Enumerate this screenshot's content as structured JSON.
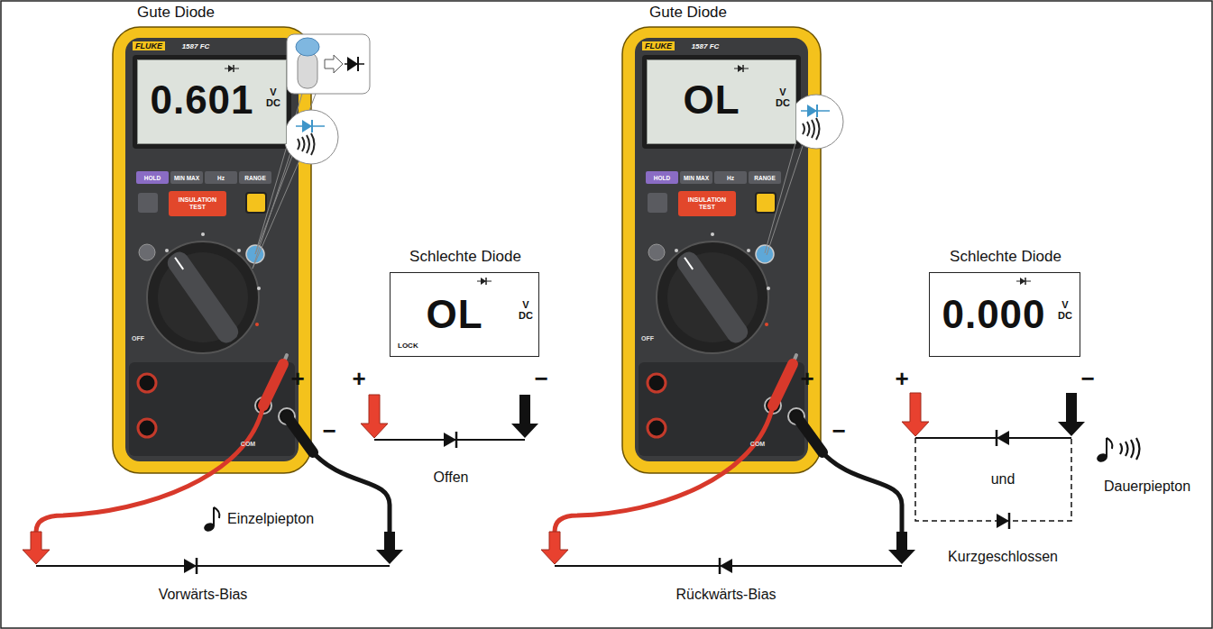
{
  "diagram": {
    "nodes": [
      {
        "text": [
          "Gute Diode"
        ]
      },
      {
        "text": [
          "0.601",
          "V DC"
        ],
        "in": 0
      },
      {
        "text": [
          "Schlechte Diode",
          "OL",
          "V DC",
          "LOCK"
        ]
      },
      {
        "text": [
          "Gute Diode"
        ]
      },
      {
        "text": [
          "OL",
          "V DC"
        ],
        "in": 3
      },
      {
        "text": [
          "Schlechte Diode",
          "0.000",
          "V DC"
        ]
      }
    ],
    "labels": [
      "FLUKE",
      "1587 FC",
      "HOLD",
      "MIN MAX",
      "Hz",
      "RANGE",
      "INSULATION TEST",
      "OFF",
      "COM",
      "+",
      "−",
      "Einzelpiepton",
      "Vorwärts-Bias",
      "+",
      "−",
      "Offen",
      "FLUKE",
      "1587 FC",
      "HOLD",
      "MIN MAX",
      "Hz",
      "RANGE",
      "INSULATION TEST",
      "OFF",
      "COM",
      "+",
      "−",
      "Rückwärts-Bias",
      "+",
      "−",
      "und",
      "Dauerpiepton",
      "Kurzgeschlossen"
    ]
  }
}
